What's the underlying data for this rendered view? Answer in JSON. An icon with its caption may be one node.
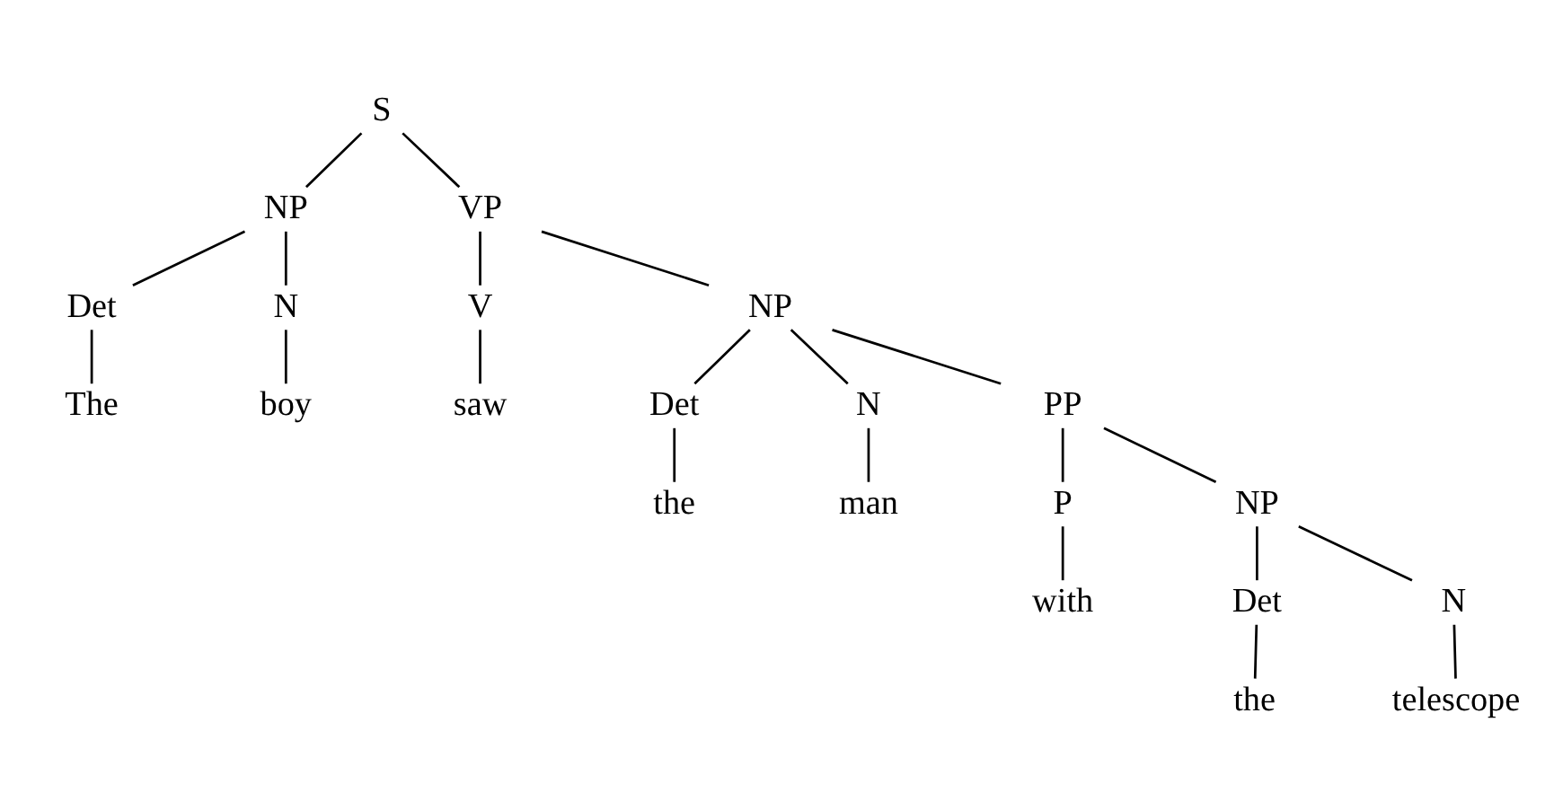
{
  "diagram": {
    "nodes": [
      {
        "text": [
          "S"
        ]
      },
      {
        "text": [
          "NP"
        ]
      },
      {
        "text": [
          "VP"
        ]
      },
      {
        "text": [
          "Det"
        ]
      },
      {
        "text": [
          "N"
        ]
      },
      {
        "text": [
          "V"
        ]
      },
      {
        "text": [
          "NP"
        ]
      },
      {
        "text": [
          "The"
        ]
      },
      {
        "text": [
          "boy"
        ]
      },
      {
        "text": [
          "saw"
        ]
      },
      {
        "text": [
          "Det"
        ]
      },
      {
        "text": [
          "N"
        ]
      },
      {
        "text": [
          "PP"
        ]
      },
      {
        "text": [
          "the"
        ]
      },
      {
        "text": [
          "man"
        ]
      },
      {
        "text": [
          "P"
        ]
      },
      {
        "text": [
          "NP"
        ]
      },
      {
        "text": [
          "with"
        ]
      },
      {
        "text": [
          "Det"
        ]
      },
      {
        "text": [
          "N"
        ]
      },
      {
        "text": [
          "the"
        ]
      },
      {
        "text": [
          "telescope"
        ]
      }
    ],
    "edges": [
      {
        "from": 0,
        "to": 1,
        "arrow": "none"
      },
      {
        "from": 0,
        "to": 2,
        "arrow": "none"
      },
      {
        "from": 1,
        "to": 3,
        "arrow": "none"
      },
      {
        "from": 1,
        "to": 4,
        "arrow": "none"
      },
      {
        "from": 3,
        "to": 7,
        "arrow": "none"
      },
      {
        "from": 4,
        "to": 8,
        "arrow": "none"
      },
      {
        "from": 2,
        "to": 5,
        "arrow": "none"
      },
      {
        "from": 2,
        "to": 6,
        "arrow": "none"
      },
      {
        "from": 5,
        "to": 9,
        "arrow": "none"
      },
      {
        "from": 6,
        "to": 10,
        "arrow": "none"
      },
      {
        "from": 6,
        "to": 11,
        "arrow": "none"
      },
      {
        "from": 6,
        "to": 12,
        "arrow": "none"
      },
      {
        "from": 10,
        "to": 13,
        "arrow": "none"
      },
      {
        "from": 11,
        "to": 14,
        "arrow": "none"
      },
      {
        "from": 12,
        "to": 15,
        "arrow": "none"
      },
      {
        "from": 12,
        "to": 16,
        "arrow": "none"
      },
      {
        "from": 15,
        "to": 17,
        "arrow": "none"
      },
      {
        "from": 16,
        "to": 18,
        "arrow": "none"
      },
      {
        "from": 16,
        "to": 19,
        "arrow": "none"
      },
      {
        "from": 18,
        "to": 20,
        "arrow": "none"
      },
      {
        "from": 19,
        "to": 21,
        "arrow": "none"
      }
    ]
  }
}
